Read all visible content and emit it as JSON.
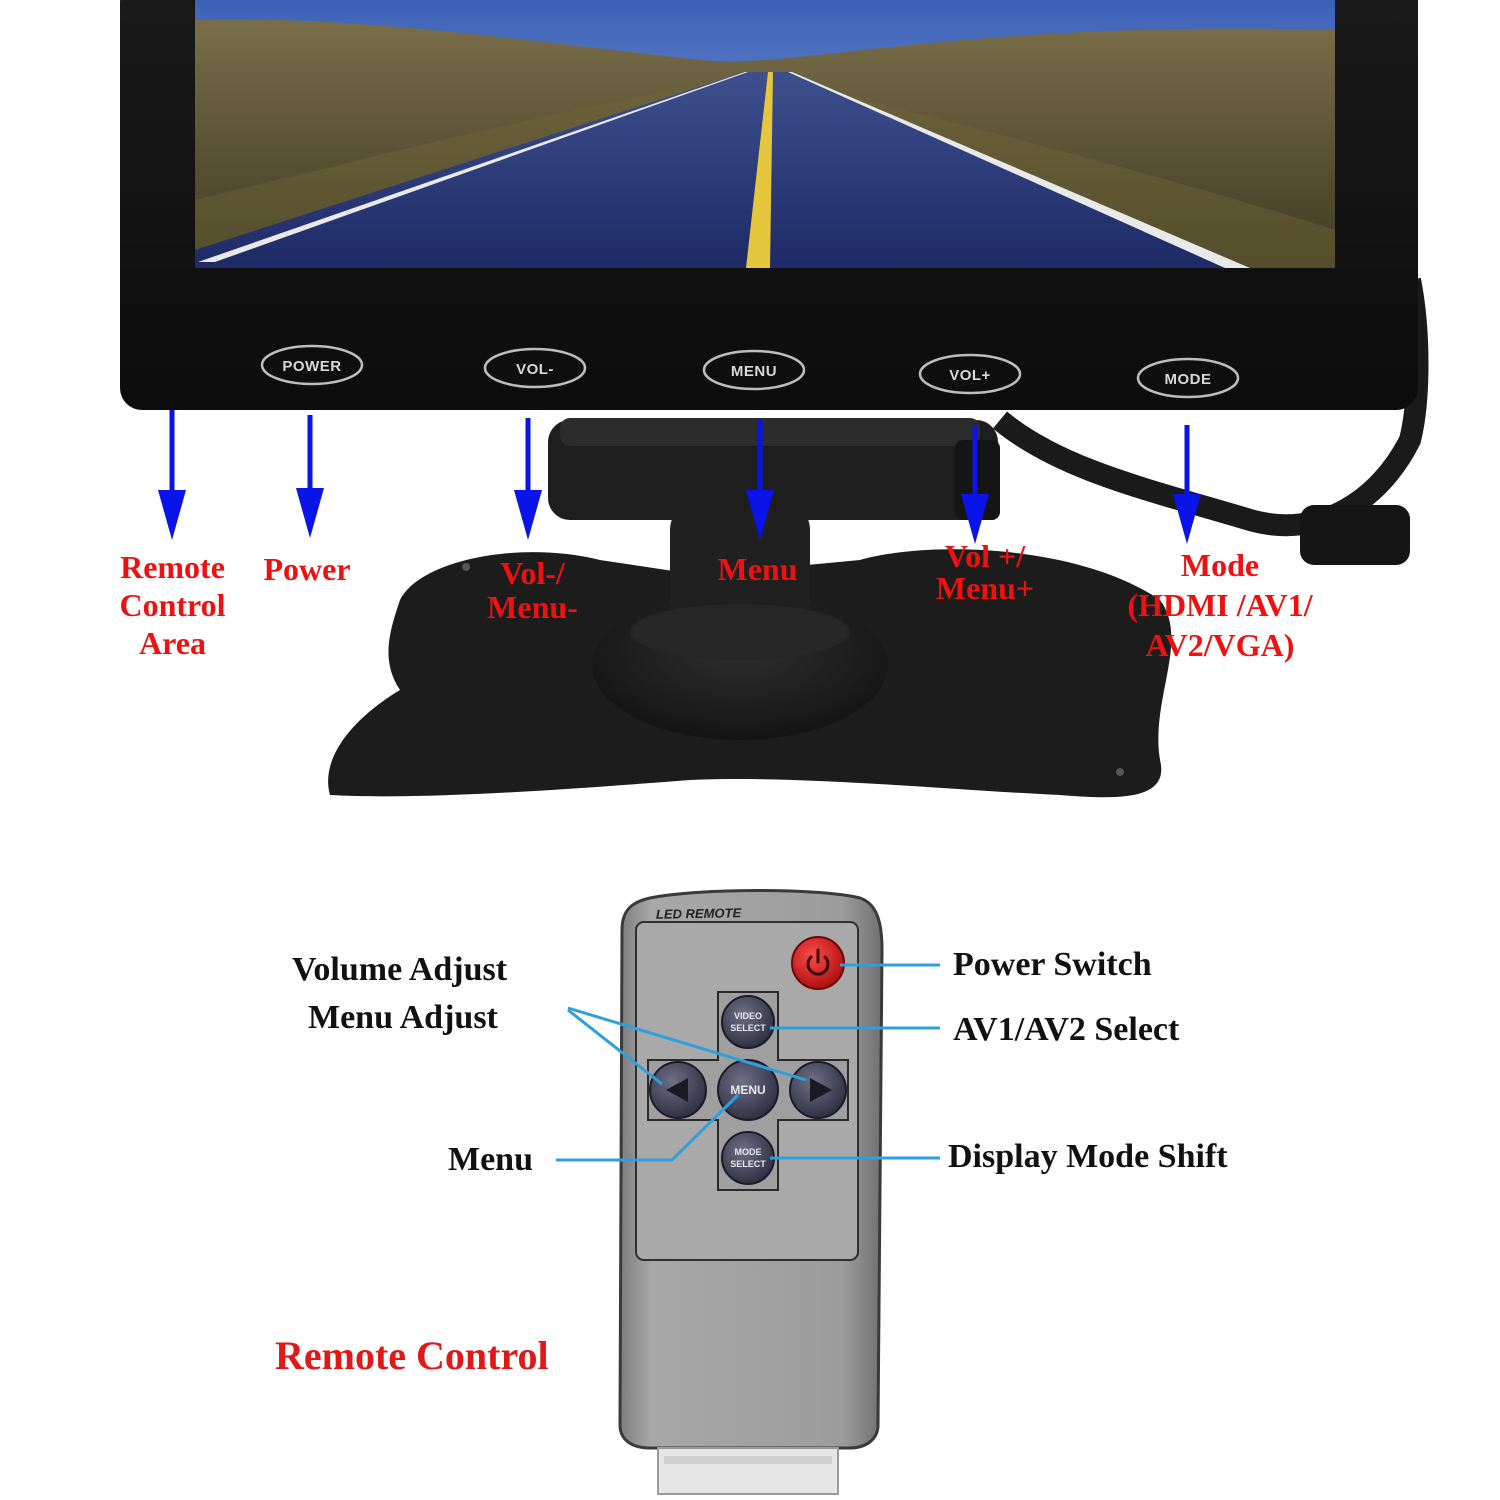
{
  "colors": {
    "arrow": "#0a14e8",
    "label_red": "#ee1111",
    "callout_line": "#2ea0dc",
    "bezel": "#111111",
    "remote_body": "#9a9a9a"
  },
  "monitor": {
    "buttons": [
      "POWER",
      "VOL-",
      "MENU",
      "VOL+",
      "MODE"
    ]
  },
  "labels": {
    "remote_area": [
      "Remote",
      "Control",
      "Area"
    ],
    "power": "Power",
    "vol_minus": [
      "Vol-/",
      "Menu-"
    ],
    "menu": "Menu",
    "vol_plus": [
      "Vol +/",
      "Menu+"
    ],
    "mode": [
      "Mode",
      "(HDMI /AV1/",
      "AV2/VGA)"
    ]
  },
  "remote": {
    "brand": "LED REMOTE",
    "title": "Remote Control",
    "buttons": {
      "video_select": [
        "VIDEO",
        "SELECT"
      ],
      "menu": "MENU",
      "mode_select": [
        "MODE",
        "SELECT"
      ]
    },
    "callouts": {
      "volume_adjust": "Volume Adjust",
      "menu_adjust": "Menu  Adjust",
      "menu": "Menu",
      "power_switch": "Power Switch",
      "av_select": "AV1/AV2 Select",
      "display_mode_shift": "Display Mode Shift"
    }
  }
}
